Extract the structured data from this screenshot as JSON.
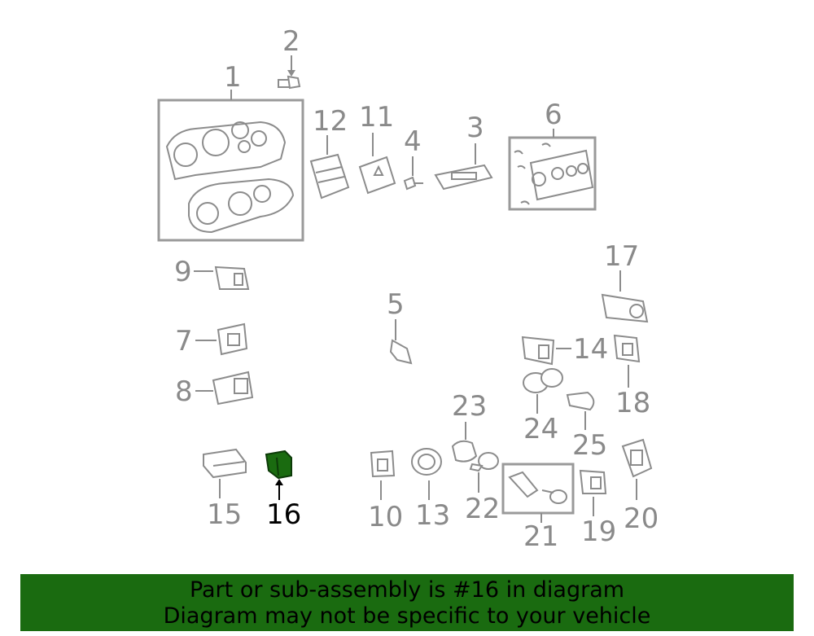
{
  "labels": {
    "1": "1",
    "2": "2",
    "3": "3",
    "4": "4",
    "5": "5",
    "6": "6",
    "7": "7",
    "8": "8",
    "9": "9",
    "10": "10",
    "11": "11",
    "12": "12",
    "13": "13",
    "14": "14",
    "15": "15",
    "16": "16",
    "17": "17",
    "18": "18",
    "19": "19",
    "20": "20",
    "21": "21",
    "22": "22",
    "23": "23",
    "24": "24",
    "25": "25"
  },
  "highlighted_part": "16",
  "colors": {
    "highlight": "#1a6b10",
    "line": "#8c8c8c",
    "label": "#8a8a8a"
  },
  "banner": {
    "line1": "Part or sub-assembly is #16 in diagram",
    "line2": "Diagram may not be specific to your vehicle"
  }
}
